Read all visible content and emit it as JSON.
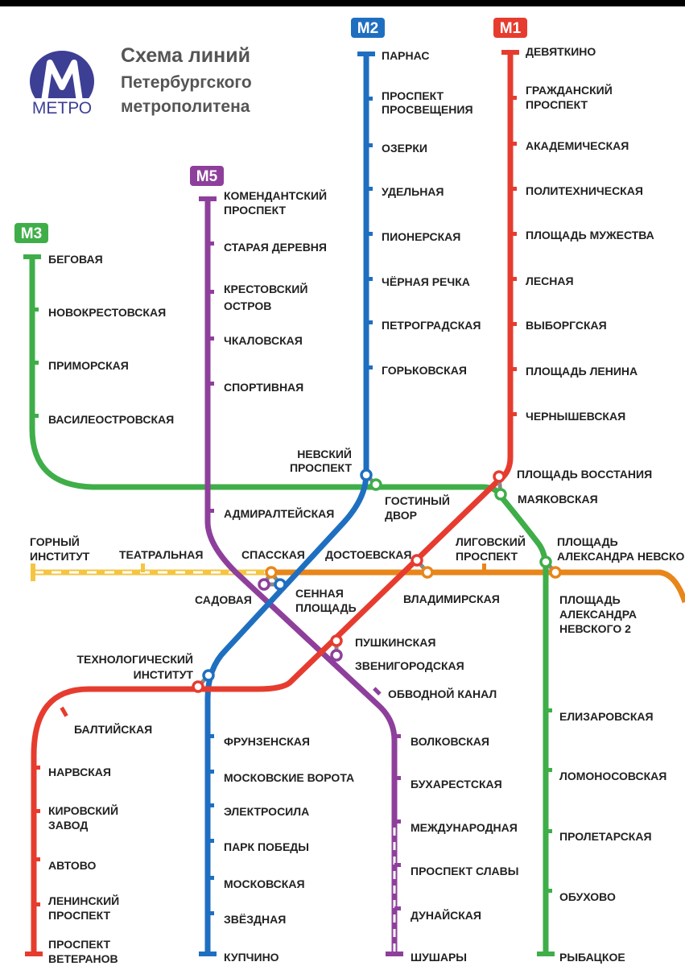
{
  "title": {
    "line1": "Схема линий",
    "line2": "Петербургского",
    "line3": "метрополитена"
  },
  "logo": {
    "text": "МЕТРО",
    "icon": "metro-m-icon"
  },
  "lines": [
    {
      "id": "line-1",
      "badge": "М1",
      "color": "#e63c2f",
      "stations": [
        "ДЕВЯТКИНО",
        "ГРАЖДАНСКИЙ ПРОСПЕКТ",
        "АКАДЕМИЧЕСКАЯ",
        "ПОЛИТЕХНИЧЕСКАЯ",
        "ПЛОЩАДЬ МУЖЕСТВА",
        "ЛЕСНАЯ",
        "ВЫБОРГСКАЯ",
        "ПЛОЩАДЬ ЛЕНИНА",
        "ЧЕРНЫШЕВСКАЯ",
        "ПЛОЩАДЬ ВОССТАНИЯ",
        "ВЛАДИМИРСКАЯ",
        "ПУШКИНСКАЯ",
        "ТЕХНОЛОГИЧЕСКИЙ ИНСТИТУТ",
        "БАЛТИЙСКАЯ",
        "НАРВСКАЯ",
        "КИРОВСКИЙ ЗАВОД",
        "АВТОВО",
        "ЛЕНИНСКИЙ ПРОСПЕКТ",
        "ПРОСПЕКТ ВЕТЕРАНОВ"
      ]
    },
    {
      "id": "line-2",
      "badge": "М2",
      "color": "#1f6fc0",
      "stations": [
        "ПАРНАС",
        "ПРОСПЕКТ ПРОСВЕЩЕНИЯ",
        "ОЗЕРКИ",
        "УДЕЛЬНАЯ",
        "ПИОНЕРСКАЯ",
        "ЧЁРНАЯ РЕЧКА",
        "ПЕТРОГРАДСКАЯ",
        "ГОРЬКОВСКАЯ",
        "НЕВСКИЙ ПРОСПЕКТ",
        "СЕННАЯ ПЛОЩАДЬ",
        "ТЕХНОЛОГИЧЕСКИЙ ИНСТИТУТ",
        "ФРУНЗЕНСКАЯ",
        "МОСКОВСКИЕ ВОРОТА",
        "ЭЛЕКТРОСИЛА",
        "ПАРК ПОБЕДЫ",
        "МОСКОВСКАЯ",
        "ЗВЁЗДНАЯ",
        "КУПЧИНО"
      ]
    },
    {
      "id": "line-3",
      "badge": "М3",
      "color": "#3fae49",
      "stations": [
        "БЕГОВАЯ",
        "НОВОКРЕСТОВСКАЯ",
        "ПРИМОРСКАЯ",
        "ВАСИЛЕОСТРОВСКАЯ",
        "ГОСТИНЫЙ ДВОР",
        "МАЯКОВСКАЯ",
        "ПЛОЩАДЬ АЛЕКСАНДРА НЕВСКОГО",
        "ЕЛИЗАРОВСКАЯ",
        "ЛОМОНОСОВСКАЯ",
        "ПРОЛЕТАРСКАЯ",
        "ОБУХОВО",
        "РЫБАЦКОЕ"
      ]
    },
    {
      "id": "line-4",
      "badge": "",
      "color": "#e8861a",
      "stations": [
        "ГОРНЫЙ ИНСТИТУТ",
        "ТЕАТРАЛЬНАЯ",
        "СПАССКАЯ",
        "ДОСТОЕВСКАЯ",
        "ЛИГОВСКИЙ ПРОСПЕКТ",
        "ПЛОЩАДЬ АЛЕКСАНДРА НЕВСКОГО 2"
      ]
    },
    {
      "id": "line-5",
      "badge": "М5",
      "color": "#8e3f9b",
      "stations": [
        "КОМЕНДАНТСКИЙ ПРОСПЕКТ",
        "СТАРАЯ ДЕРЕВНЯ",
        "КРЕСТОВСКИЙ ОСТРОВ",
        "ЧКАЛОВСКАЯ",
        "СПОРТИВНАЯ",
        "АДМИРАЛТЕЙСКАЯ",
        "САДОВАЯ",
        "ЗВЕНИГОРОДСКАЯ",
        "ОБВОДНОЙ КАНАЛ",
        "ВОЛКОВСКАЯ",
        "БУХАРЕСТСКАЯ",
        "МЕЖДУНАРОДНАЯ",
        "ПРОСПЕКТ СЛАВЫ",
        "ДУНАЙСКАЯ",
        "ШУШАРЫ"
      ]
    }
  ],
  "labels": {
    "devyatkino": "ДЕВЯТКИНО",
    "grazhd_1": "ГРАЖДАНСКИЙ",
    "grazhd_2": "ПРОСПЕКТ",
    "akadem": "АКАДЕМИЧЕСКАЯ",
    "polytech": "ПОЛИТЕХНИЧЕСКАЯ",
    "pl_muzh": "ПЛОЩАДЬ МУЖЕСТВА",
    "lesnaya": "ЛЕСНАЯ",
    "vyborg": "ВЫБОРГСКАЯ",
    "pl_lenina": "ПЛОЩАДЬ ЛЕНИНА",
    "chernysh": "ЧЕРНЫШЕВСКАЯ",
    "pl_vosst": "ПЛОЩАДЬ ВОССТАНИЯ",
    "parnas": "ПАРНАС",
    "prosv_1": "ПРОСПЕКТ",
    "prosv_2": "ПРОСВЕЩЕНИЯ",
    "ozerki": "ОЗЕРКИ",
    "udelnaya": "УДЕЛЬНАЯ",
    "pioner": "ПИОНЕРСКАЯ",
    "chern_rech": "ЧЁРНАЯ РЕЧКА",
    "petrograd": "ПЕТРОГРАДСКАЯ",
    "gorkov": "ГОРЬКОВСКАЯ",
    "nevsky_1": "НЕВСКИЙ",
    "nevsky_2": "ПРОСПЕКТ",
    "gost_1": "ГОСТИНЫЙ",
    "gost_2": "ДВОР",
    "mayak": "МАЯКОВСКАЯ",
    "komend_1": "КОМЕНДАНТСКИЙ",
    "komend_2": "ПРОСПЕКТ",
    "star_der": "СТАРАЯ ДЕРЕВНЯ",
    "krest_1": "КРЕСТОВСКИЙ",
    "krest_2": "ОСТРОВ",
    "chkal": "ЧКАЛОВСКАЯ",
    "sport": "СПОРТИВНАЯ",
    "admir": "АДМИРАЛТЕЙСКАЯ",
    "begovaya": "БЕГОВАЯ",
    "novokrest": "НОВОКРЕСТОВСКАЯ",
    "primor": "ПРИМОРСКАЯ",
    "vasileostr": "ВАСИЛЕОСТРОВСКАЯ",
    "gorny_1": "ГОРНЫЙ",
    "gorny_2": "ИНСТИТУТ",
    "teatr": "ТЕАТРАЛЬНАЯ",
    "spas": "СПАССКАЯ",
    "dost": "ДОСТОЕВСКАЯ",
    "ligov_1": "ЛИГОВСКИЙ",
    "ligov_2": "ПРОСПЕКТ",
    "pan_1": "ПЛОЩАДЬ",
    "pan_2": "АЛЕКСАНДРА НЕВСКОГО",
    "sadovaya": "САДОВАЯ",
    "sen_1": "СЕННАЯ",
    "sen_2": "ПЛОЩАДЬ",
    "vladim": "ВЛАДИМИРСКАЯ",
    "pan2_1": "ПЛОЩАДЬ",
    "pan2_2": "АЛЕКСАНДРА",
    "pan2_3": "НЕВСКОГО 2",
    "pushk": "ПУШКИНСКАЯ",
    "zvenig": "ЗВЕНИГОРОДСКАЯ",
    "tech_1": "ТЕХНОЛОГИЧЕСКИЙ",
    "tech_2": "ИНСТИТУТ",
    "obvod": "ОБВОДНОЙ КАНАЛ",
    "baltiy": "БАЛТИЙСКАЯ",
    "elizar": "ЕЛИЗАРОВСКАЯ",
    "frunz": "ФРУНЗЕНСКАЯ",
    "volkov": "ВОЛКОВСКАЯ",
    "narv": "НАРВСКАЯ",
    "mosk_vor": "МОСКОВСКИЕ ВОРОТА",
    "bukh": "БУХАРЕСТСКАЯ",
    "lomon": "ЛОМОНОСОВСКАЯ",
    "kirov_1": "КИРОВСКИЙ",
    "kirov_2": "ЗАВОД",
    "elektr": "ЭЛЕКТРОСИЛА",
    "mezhd": "МЕЖДУНАРОДНАЯ",
    "prolet": "ПРОЛЕТАРСКАЯ",
    "park_pob": "ПАРК ПОБЕДЫ",
    "avtovo": "АВТОВО",
    "prosp_sl": "ПРОСПЕКТ СЛАВЫ",
    "moskov": "МОСКОВСКАЯ",
    "obukh": "ОБУХОВО",
    "lenin_1": "ЛЕНИНСКИЙ",
    "lenin_2": "ПРОСПЕКТ",
    "dunay": "ДУНАЙСКАЯ",
    "zvezd": "ЗВЁЗДНАЯ",
    "vet_1": "ПРОСПЕКТ",
    "vet_2": "ВЕТЕРАНОВ",
    "kupch": "КУПЧИНО",
    "shush": "ШУШАРЫ",
    "rybats": "РЫБАЦКОЕ"
  }
}
